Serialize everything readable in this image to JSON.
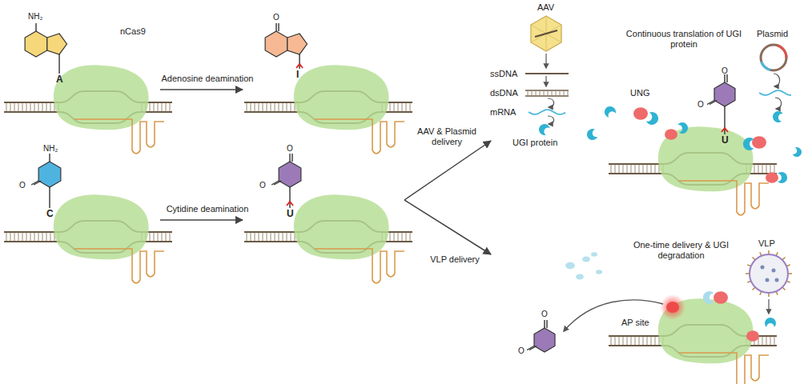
{
  "diagram": {
    "nodes": [
      {
        "text": [
          "nCas9",
          "A"
        ]
      },
      {
        "text": [
          "I"
        ]
      },
      {
        "text": [
          "C"
        ]
      },
      {
        "text": [
          "U"
        ]
      },
      {
        "text": [
          "U"
        ]
      },
      {
        "text": [
          "AP site"
        ]
      }
    ],
    "edges": [
      {
        "from": 0,
        "to": 1,
        "label": "Adenosine deamination",
        "arrow": "to"
      },
      {
        "from": 2,
        "to": 3,
        "label": "Cytidine deamination",
        "arrow": "to"
      },
      {
        "from": 3,
        "to": 4,
        "label": "AAV & Plasmid delivery",
        "arrow": "to"
      },
      {
        "from": 3,
        "to": 5,
        "label": "VLP delivery",
        "arrow": "to"
      }
    ],
    "labels": [
      "NH₂",
      "O",
      "NH₂",
      "O",
      "O",
      "O",
      "AAV",
      "ssDNA",
      "dsDNA",
      "mRNA",
      "UGI protein",
      "Continuous translation of UGI protein",
      "Plasmid",
      "UNG",
      "O",
      "O",
      "One-time delivery & UGI degradation",
      "VLP",
      "O",
      "O"
    ]
  }
}
